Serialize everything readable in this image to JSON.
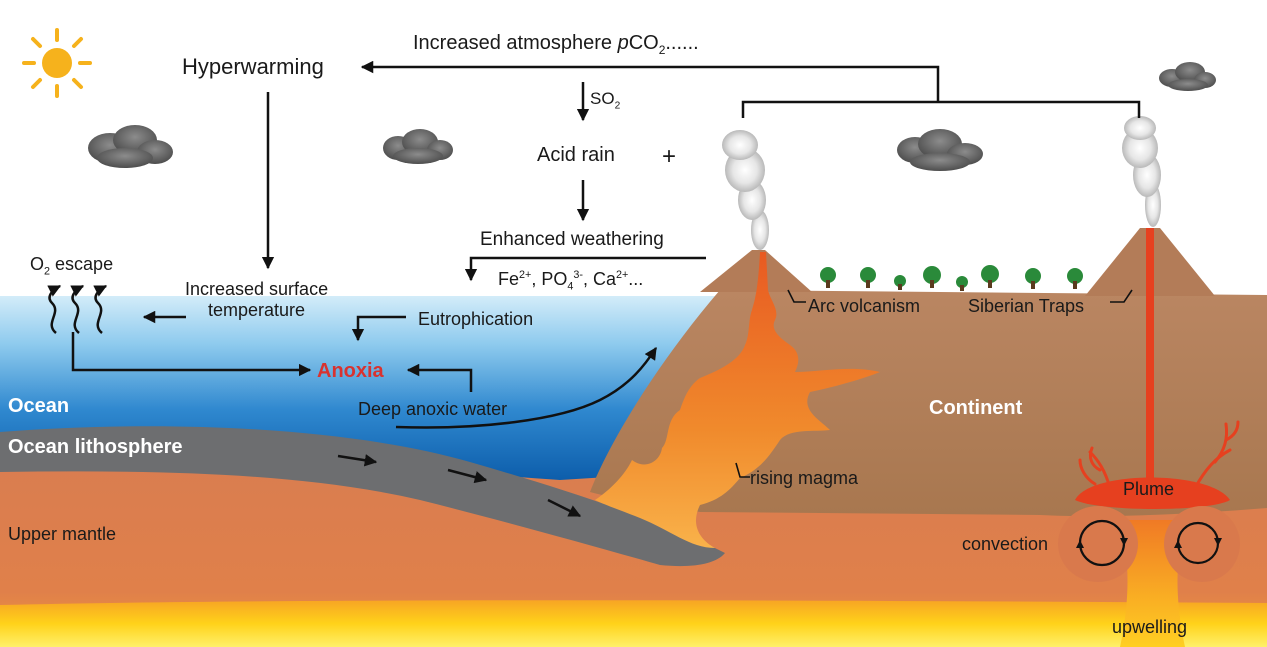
{
  "labels": {
    "top_chain": {
      "pre": "Increased atmosphere ",
      "italic": "p",
      "main": "CO",
      "sub": "2",
      "post": "......"
    },
    "hyperwarming": "Hyperwarming",
    "so2": {
      "main": "SO",
      "sub": "2"
    },
    "acid_rain": "Acid rain",
    "plus": "+",
    "enhanced_weathering": "Enhanced weathering",
    "nutrients": {
      "fe": "Fe",
      "fe_sup": "2+",
      "po": ", PO",
      "po_sub": "4",
      "po_sup": "3-",
      "ca": ", Ca",
      "ca_sup": "2+",
      "tail": "..."
    },
    "o2_escape": {
      "main": "O",
      "sub": "2",
      "post": " escape"
    },
    "surface_temp": {
      "line1": "Increased surface",
      "line2": "temperature"
    },
    "eutrophication": "Eutrophication",
    "anoxia": "Anoxia",
    "deep_anoxic": "Deep anoxic water",
    "ocean": "Ocean",
    "ocean_lithosphere": "Ocean lithosphere",
    "upper_mantle": "Upper mantle",
    "arc_volcanism": "Arc volcanism",
    "siberian_traps": "Siberian Traps",
    "continent": "Continent",
    "rising_magma": "rising magma",
    "plume": "Plume",
    "convection": "convection",
    "upwelling": "upwelling"
  },
  "colors": {
    "ocean_light": "#cfe9f7",
    "ocean_deep": "#0a63b3",
    "mantle": "#d9794c",
    "lithosphere": "#6d6e70",
    "continent": "#b5835f",
    "magma": "#f08a2c",
    "plume_red": "#e6401f",
    "core_yellow": "#ffd21a",
    "label_red": "#d9322f",
    "sun": "#f6b21c",
    "tree": "#2a8a3a"
  }
}
